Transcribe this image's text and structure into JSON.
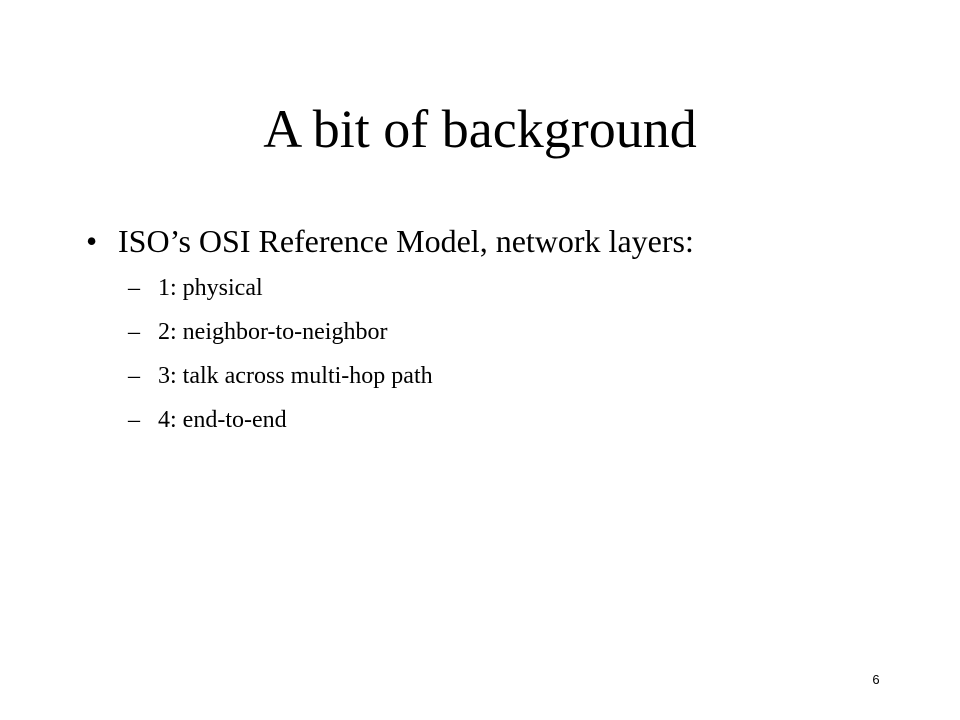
{
  "slide": {
    "title": "A bit of background",
    "bullet": {
      "marker": "•",
      "text": "ISO’s OSI Reference Model, network layers:"
    },
    "sub_marker": "–",
    "sub_items": [
      "1: physical",
      "2: neighbor-to-neighbor",
      "3: talk across multi-hop path",
      "4: end-to-end"
    ],
    "page_number": "6"
  }
}
